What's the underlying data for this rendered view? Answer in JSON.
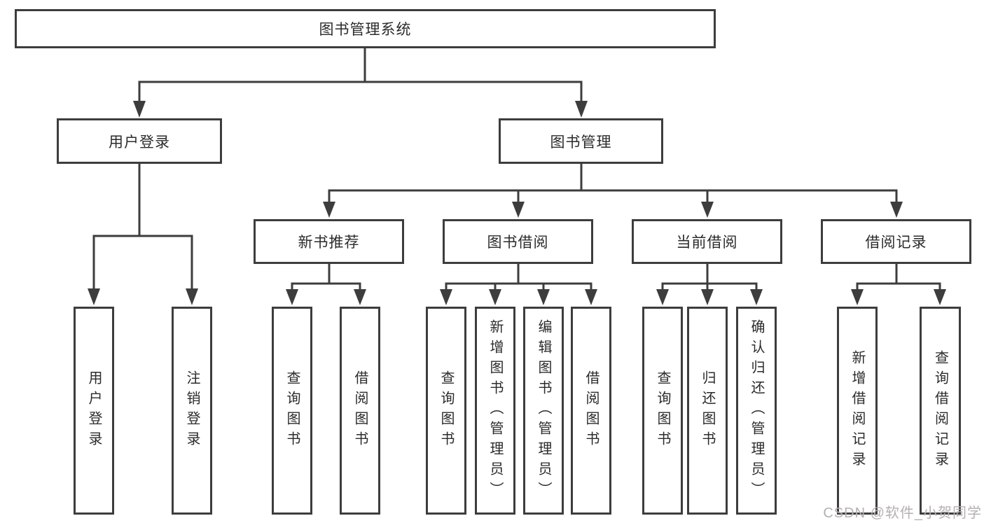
{
  "diagram": {
    "root": {
      "label": "图书管理系统"
    },
    "branches": [
      {
        "label": "用户登录",
        "children": [
          {
            "label": "用户登录"
          },
          {
            "label": "注销登录"
          }
        ]
      },
      {
        "label": "图书管理",
        "children": [
          {
            "label": "新书推荐",
            "children": [
              {
                "label": "查询图书"
              },
              {
                "label": "借阅图书"
              }
            ]
          },
          {
            "label": "图书借阅",
            "children": [
              {
                "label": "查询图书"
              },
              {
                "label": "新增图书（管理员）"
              },
              {
                "label": "编辑图书（管理员）"
              },
              {
                "label": "借阅图书"
              }
            ]
          },
          {
            "label": "当前借阅",
            "children": [
              {
                "label": "查询图书"
              },
              {
                "label": "归还图书"
              },
              {
                "label": "确认归还（管理员）"
              }
            ]
          },
          {
            "label": "借阅记录",
            "children": [
              {
                "label": "新增借阅记录"
              },
              {
                "label": "查询借阅记录"
              }
            ]
          }
        ]
      }
    ]
  },
  "watermark": {
    "text": "CSDN @软件_小贺同学"
  },
  "colors": {
    "bg": "#ffffff",
    "line": "#3d3d3d",
    "box-border": "#3d3d3d",
    "text": "#2b2b2b",
    "watermark": "#b5b0b0"
  }
}
